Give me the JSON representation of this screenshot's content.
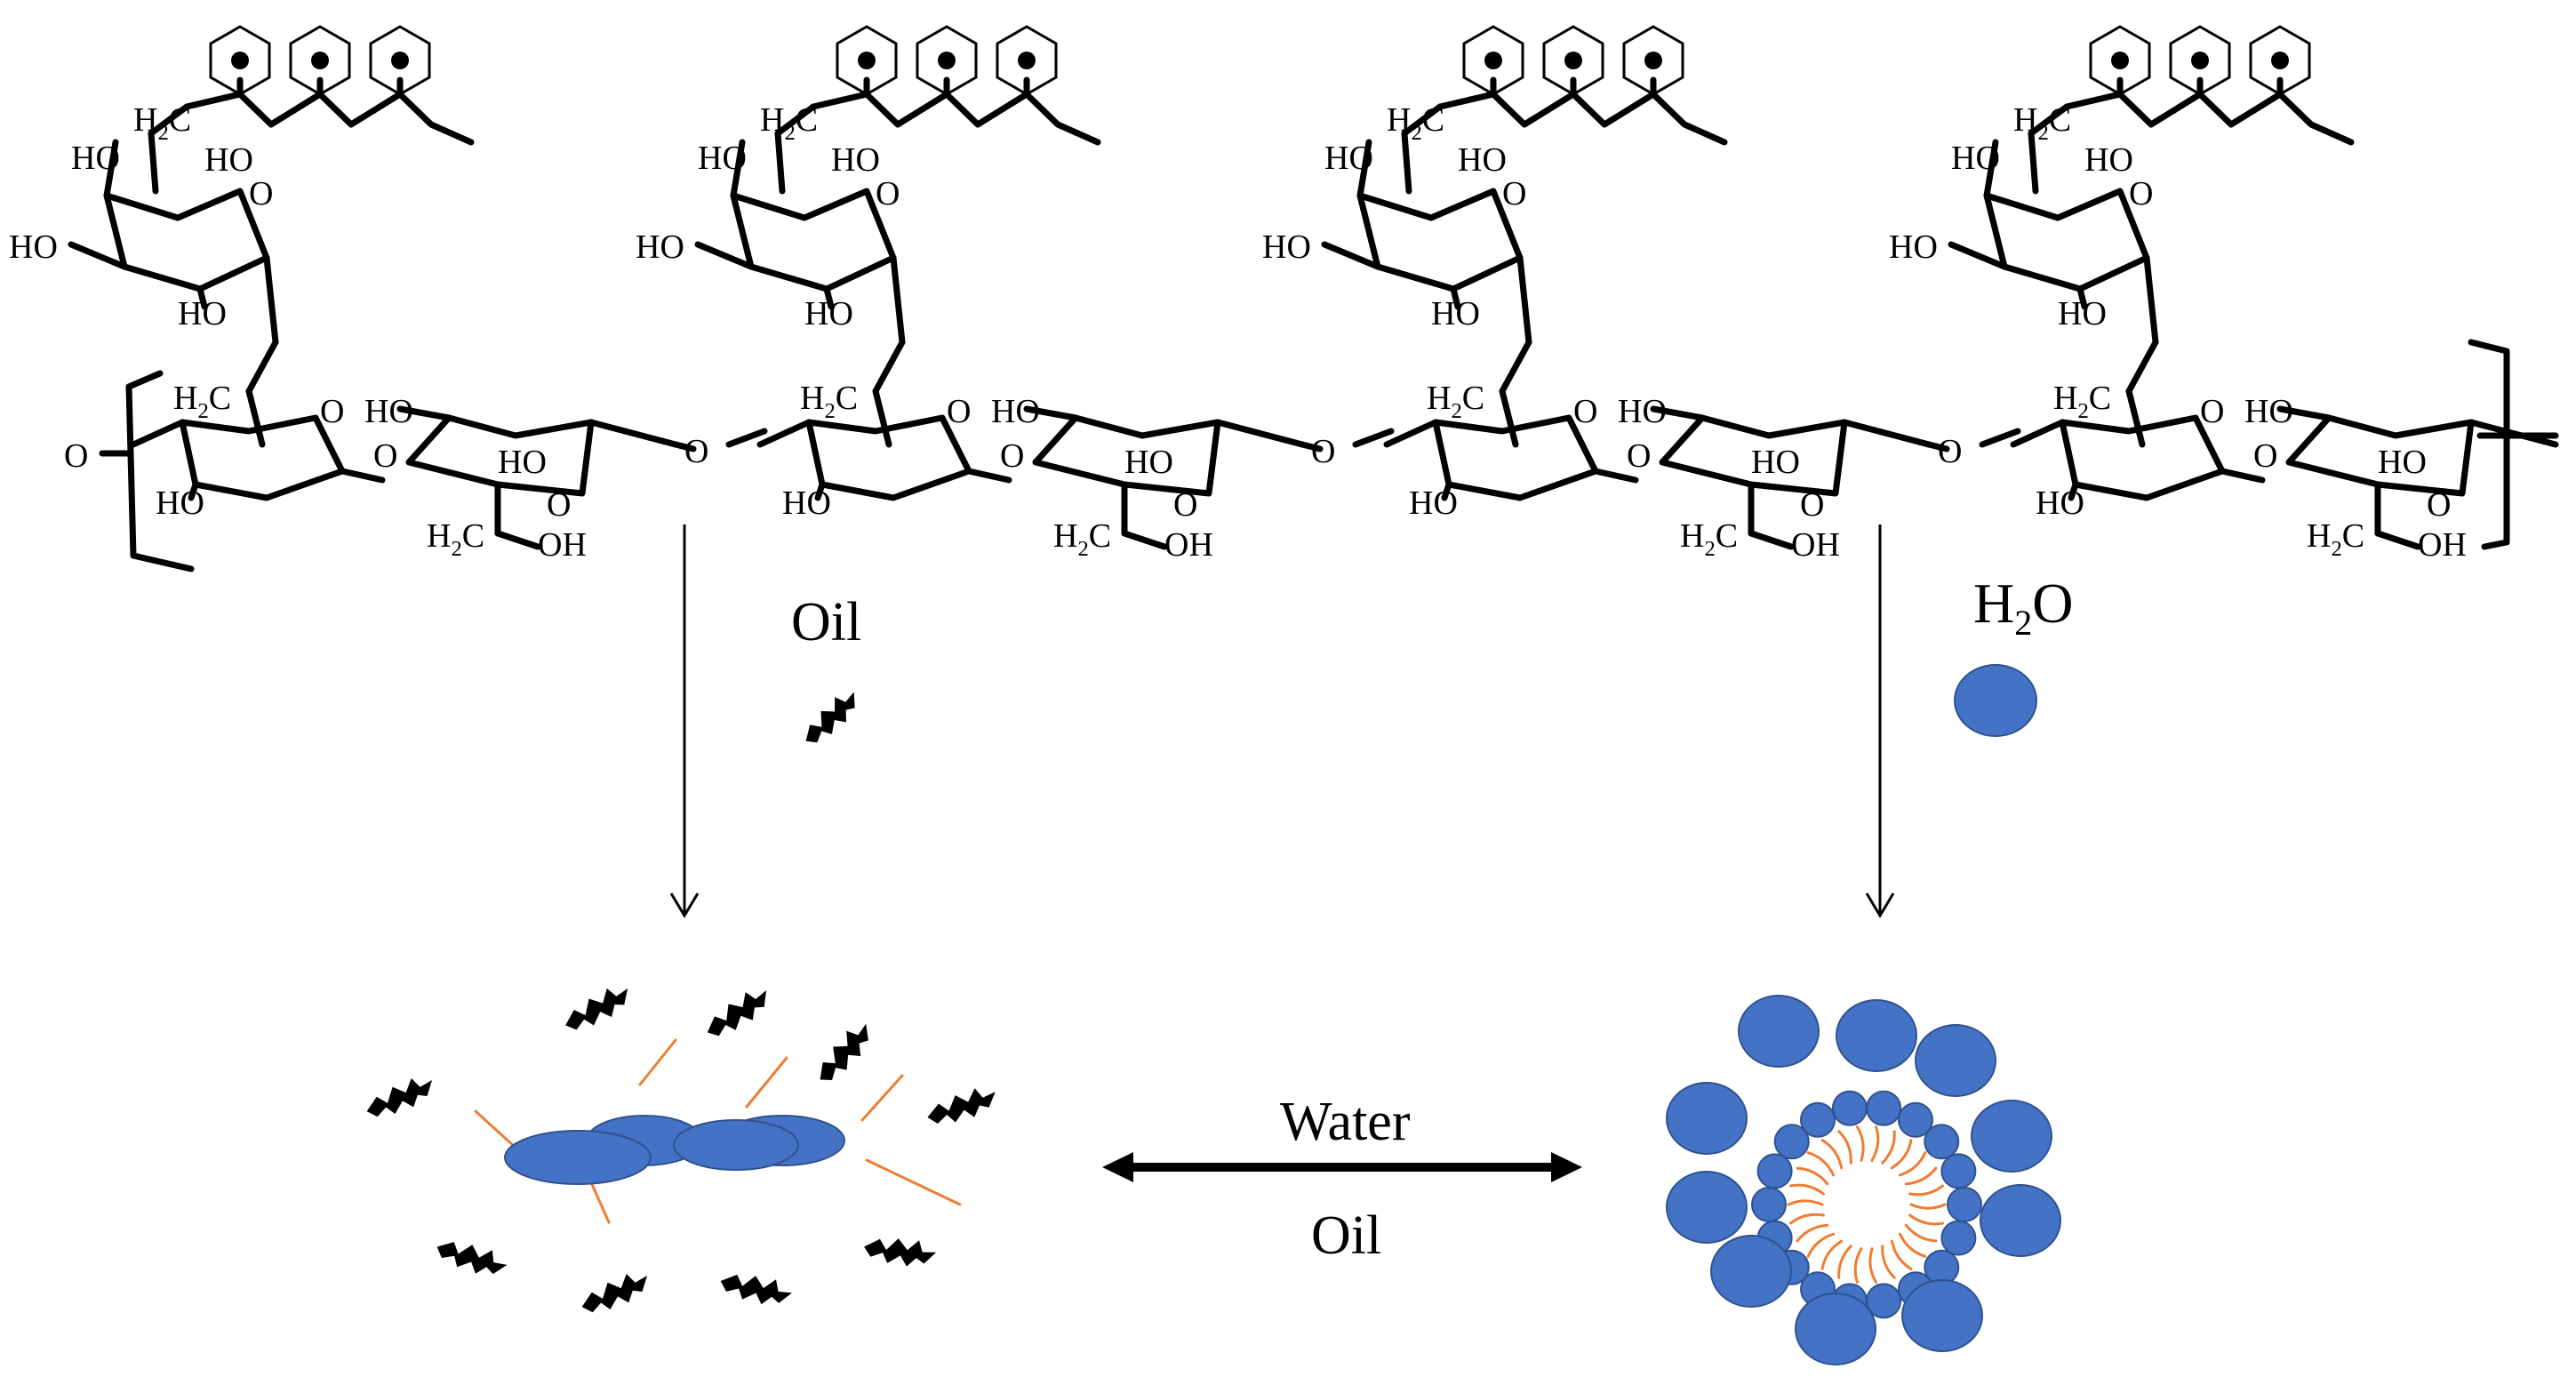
{
  "labels": {
    "oil_top": "Oil",
    "water_sub_left": "H",
    "water_sub_digit": "2",
    "water_sub_right": "O",
    "arrow_water": "Water",
    "arrow_oil": "Oil"
  },
  "groups": {
    "ho": "HO",
    "oh": "OH",
    "o": "O",
    "h2c_h": "H",
    "h2c_2": "2",
    "h2c_c": "C"
  },
  "colors": {
    "molecule_blue": "#4472c4",
    "tail_orange": "#ed7d31",
    "ink": "#000000"
  }
}
